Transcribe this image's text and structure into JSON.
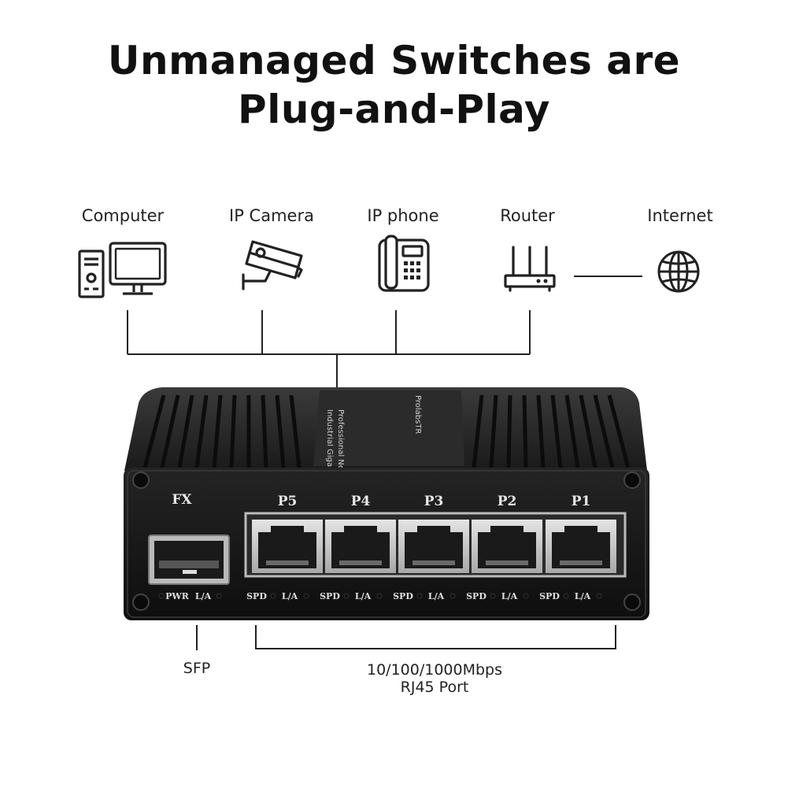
{
  "title_line1": "Unmanaged Switches are",
  "title_line2": "Plug-and-Play",
  "devices": [
    {
      "label": "Computer",
      "icon": "computer-icon"
    },
    {
      "label": "IP Camera",
      "icon": "ip-camera-icon"
    },
    {
      "label": "IP phone",
      "icon": "ip-phone-icon"
    },
    {
      "label": "Router",
      "icon": "router-icon"
    },
    {
      "label": "Internet",
      "icon": "globe-icon"
    }
  ],
  "switch": {
    "fx_label": "FX",
    "ports": [
      "P5",
      "P4",
      "P3",
      "P2",
      "P1"
    ],
    "sfp_leds": [
      "PWR",
      "L/A"
    ],
    "port_leds": [
      "SPD",
      "L/A"
    ],
    "plate_line1": "Professional Network Solution",
    "plate_line2": "Industrial Gigabit Ethernet Switch",
    "logo_text": "ProlabsTR"
  },
  "captions": {
    "sfp": "SFP",
    "rj45_line1": "10/100/1000Mbps",
    "rj45_line2": "RJ45 Port"
  },
  "colors": {
    "line": "#222222",
    "housing": "#1c1c1c",
    "housing_light": "#2e2e2e",
    "port_metal": "#c8c8c8"
  }
}
